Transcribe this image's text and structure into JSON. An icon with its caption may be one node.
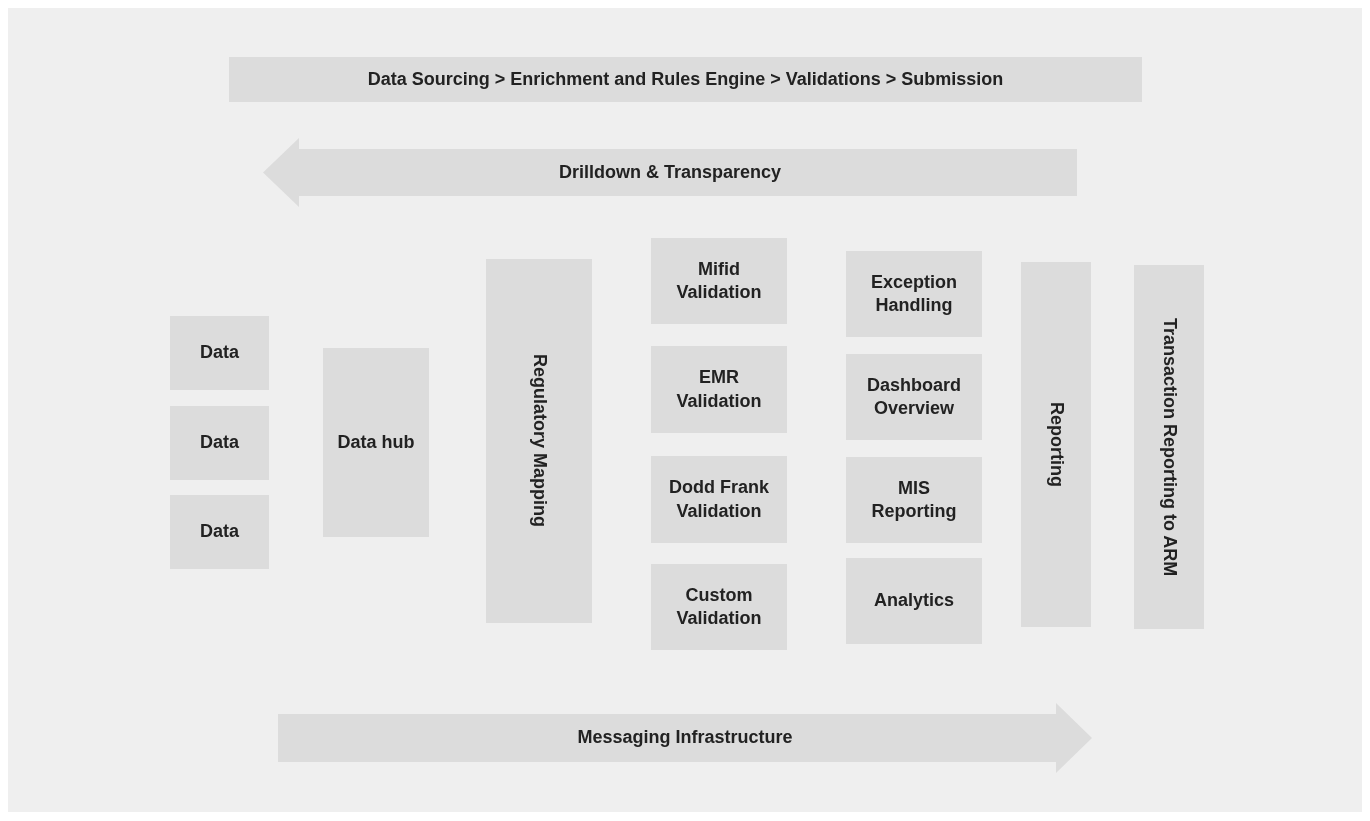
{
  "diagram": {
    "nodes": [
      {
        "text": [
          "Data Sourcing > Enrichment and Rules Engine > Validations > Submission"
        ]
      },
      {
        "text": [
          "Drilldown & Transparency"
        ]
      },
      {
        "text": [
          "Data"
        ]
      },
      {
        "text": [
          "Data"
        ]
      },
      {
        "text": [
          "Data"
        ]
      },
      {
        "text": [
          "Data hub"
        ]
      },
      {
        "text": [
          "Regulatory Mapping"
        ]
      },
      {
        "text": [
          "Mifid Validation"
        ]
      },
      {
        "text": [
          "EMR Validation"
        ]
      },
      {
        "text": [
          "Dodd Frank Validation"
        ]
      },
      {
        "text": [
          "Custom Validation"
        ]
      },
      {
        "text": [
          "Exception Handling"
        ]
      },
      {
        "text": [
          "Dashboard Overview"
        ]
      },
      {
        "text": [
          "MIS Reporting"
        ]
      },
      {
        "text": [
          "Analytics"
        ]
      },
      {
        "text": [
          "Reporting"
        ]
      },
      {
        "text": [
          "Transaction Reporting to ARM"
        ]
      },
      {
        "text": [
          "Messaging Infrastructure"
        ]
      }
    ]
  }
}
